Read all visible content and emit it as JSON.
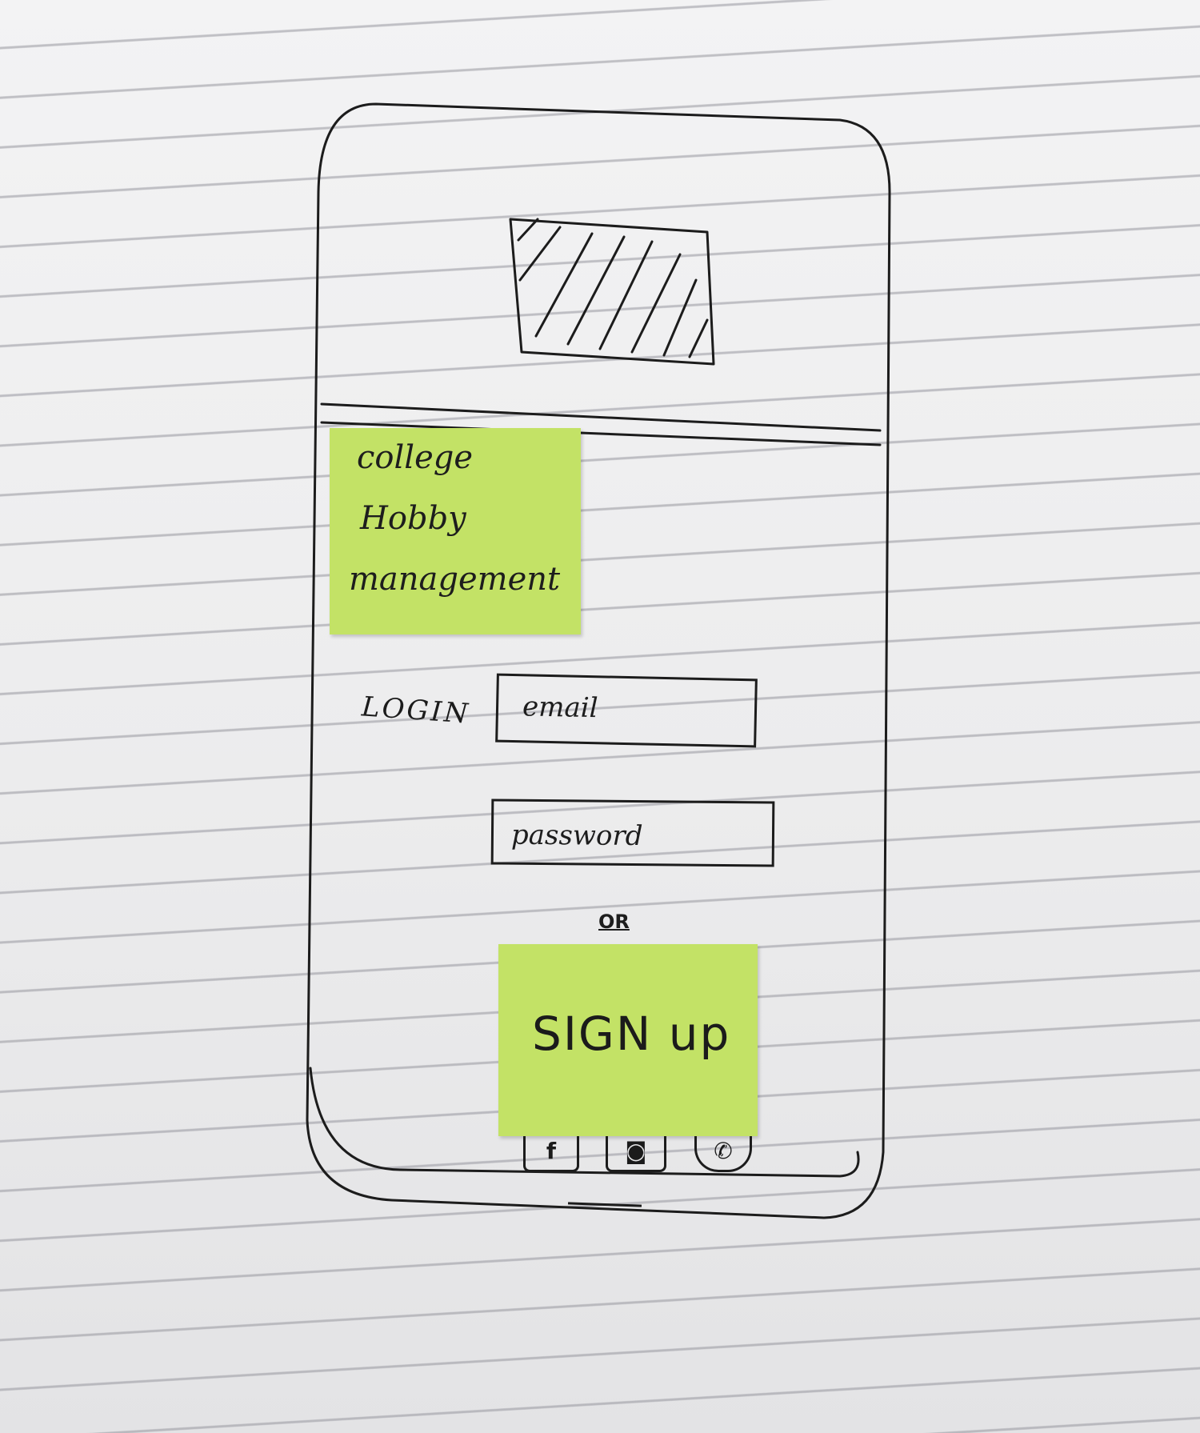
{
  "app": {
    "title_lines": [
      "college",
      "Hobby",
      "management"
    ]
  },
  "login": {
    "label": "LOGIN",
    "email_placeholder": "email",
    "password_placeholder": "password"
  },
  "separator": {
    "label": "OR"
  },
  "signup": {
    "label": "SIGN up"
  },
  "social": {
    "facebook_glyph": "f",
    "instagram_glyph": "◙",
    "whatsapp_glyph": "✆"
  },
  "colors": {
    "sticky_note": "#c3e266",
    "ink": "#1c1c1c",
    "paper": "#ececed"
  }
}
